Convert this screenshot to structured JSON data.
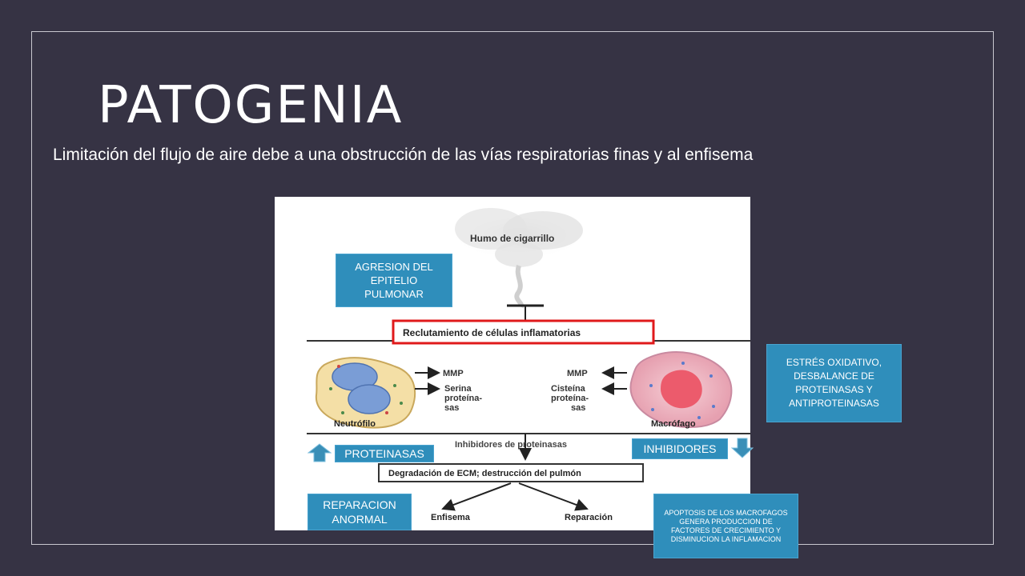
{
  "slide": {
    "title": "PATOGENIA",
    "subtitle": "Limitación del flujo de aire debe a una obstrucción de las vías respiratorias finas y al enfisema"
  },
  "figure": {
    "smoke_label": "Humo de cigarrillo",
    "recruitment_label": "Reclutamiento de células inflamatorias",
    "neutrophil_label": "Neutrófilo",
    "macrophage_label": "Macrófago",
    "left_mmp": "MMP",
    "left_protease": [
      "Serina",
      "proteína-",
      "sas"
    ],
    "right_mmp": "MMP",
    "right_protease": [
      "Cisteína",
      "proteína-",
      "sas"
    ],
    "inhibitors_label": "Inhibidores de proteinasas",
    "degradation_label": "Degradación de ECM; destrucción del pulmón",
    "emphysema_label": "Enfisema",
    "repair_label": "Reparación",
    "highlight_color": "#e0191b"
  },
  "callouts": {
    "epithelium": "AGRESION DEL EPITELIO PULMONAR",
    "oxidative": "ESTRÉS OXIDATIVO, DESBALANCE DE PROTEINASAS Y ANTIPROTEINASAS",
    "proteinases": "PROTEINASAS",
    "inhibitors": "INHIBIDORES",
    "abnormal_repair": "REPARACION ANORMAL",
    "apoptosis": "APOPTOSIS DE LOS MACROFAGOS GENERA PRODUCCION DE FACTORES DE CRECIMIENTO Y DISMINUCION LA INFLAMACION"
  },
  "colors": {
    "background": "#363344",
    "callout": "#2f8ebb",
    "arrow": "#3a8fb7"
  },
  "icons": {
    "up": "arrow-up-icon",
    "down": "arrow-down-icon"
  }
}
